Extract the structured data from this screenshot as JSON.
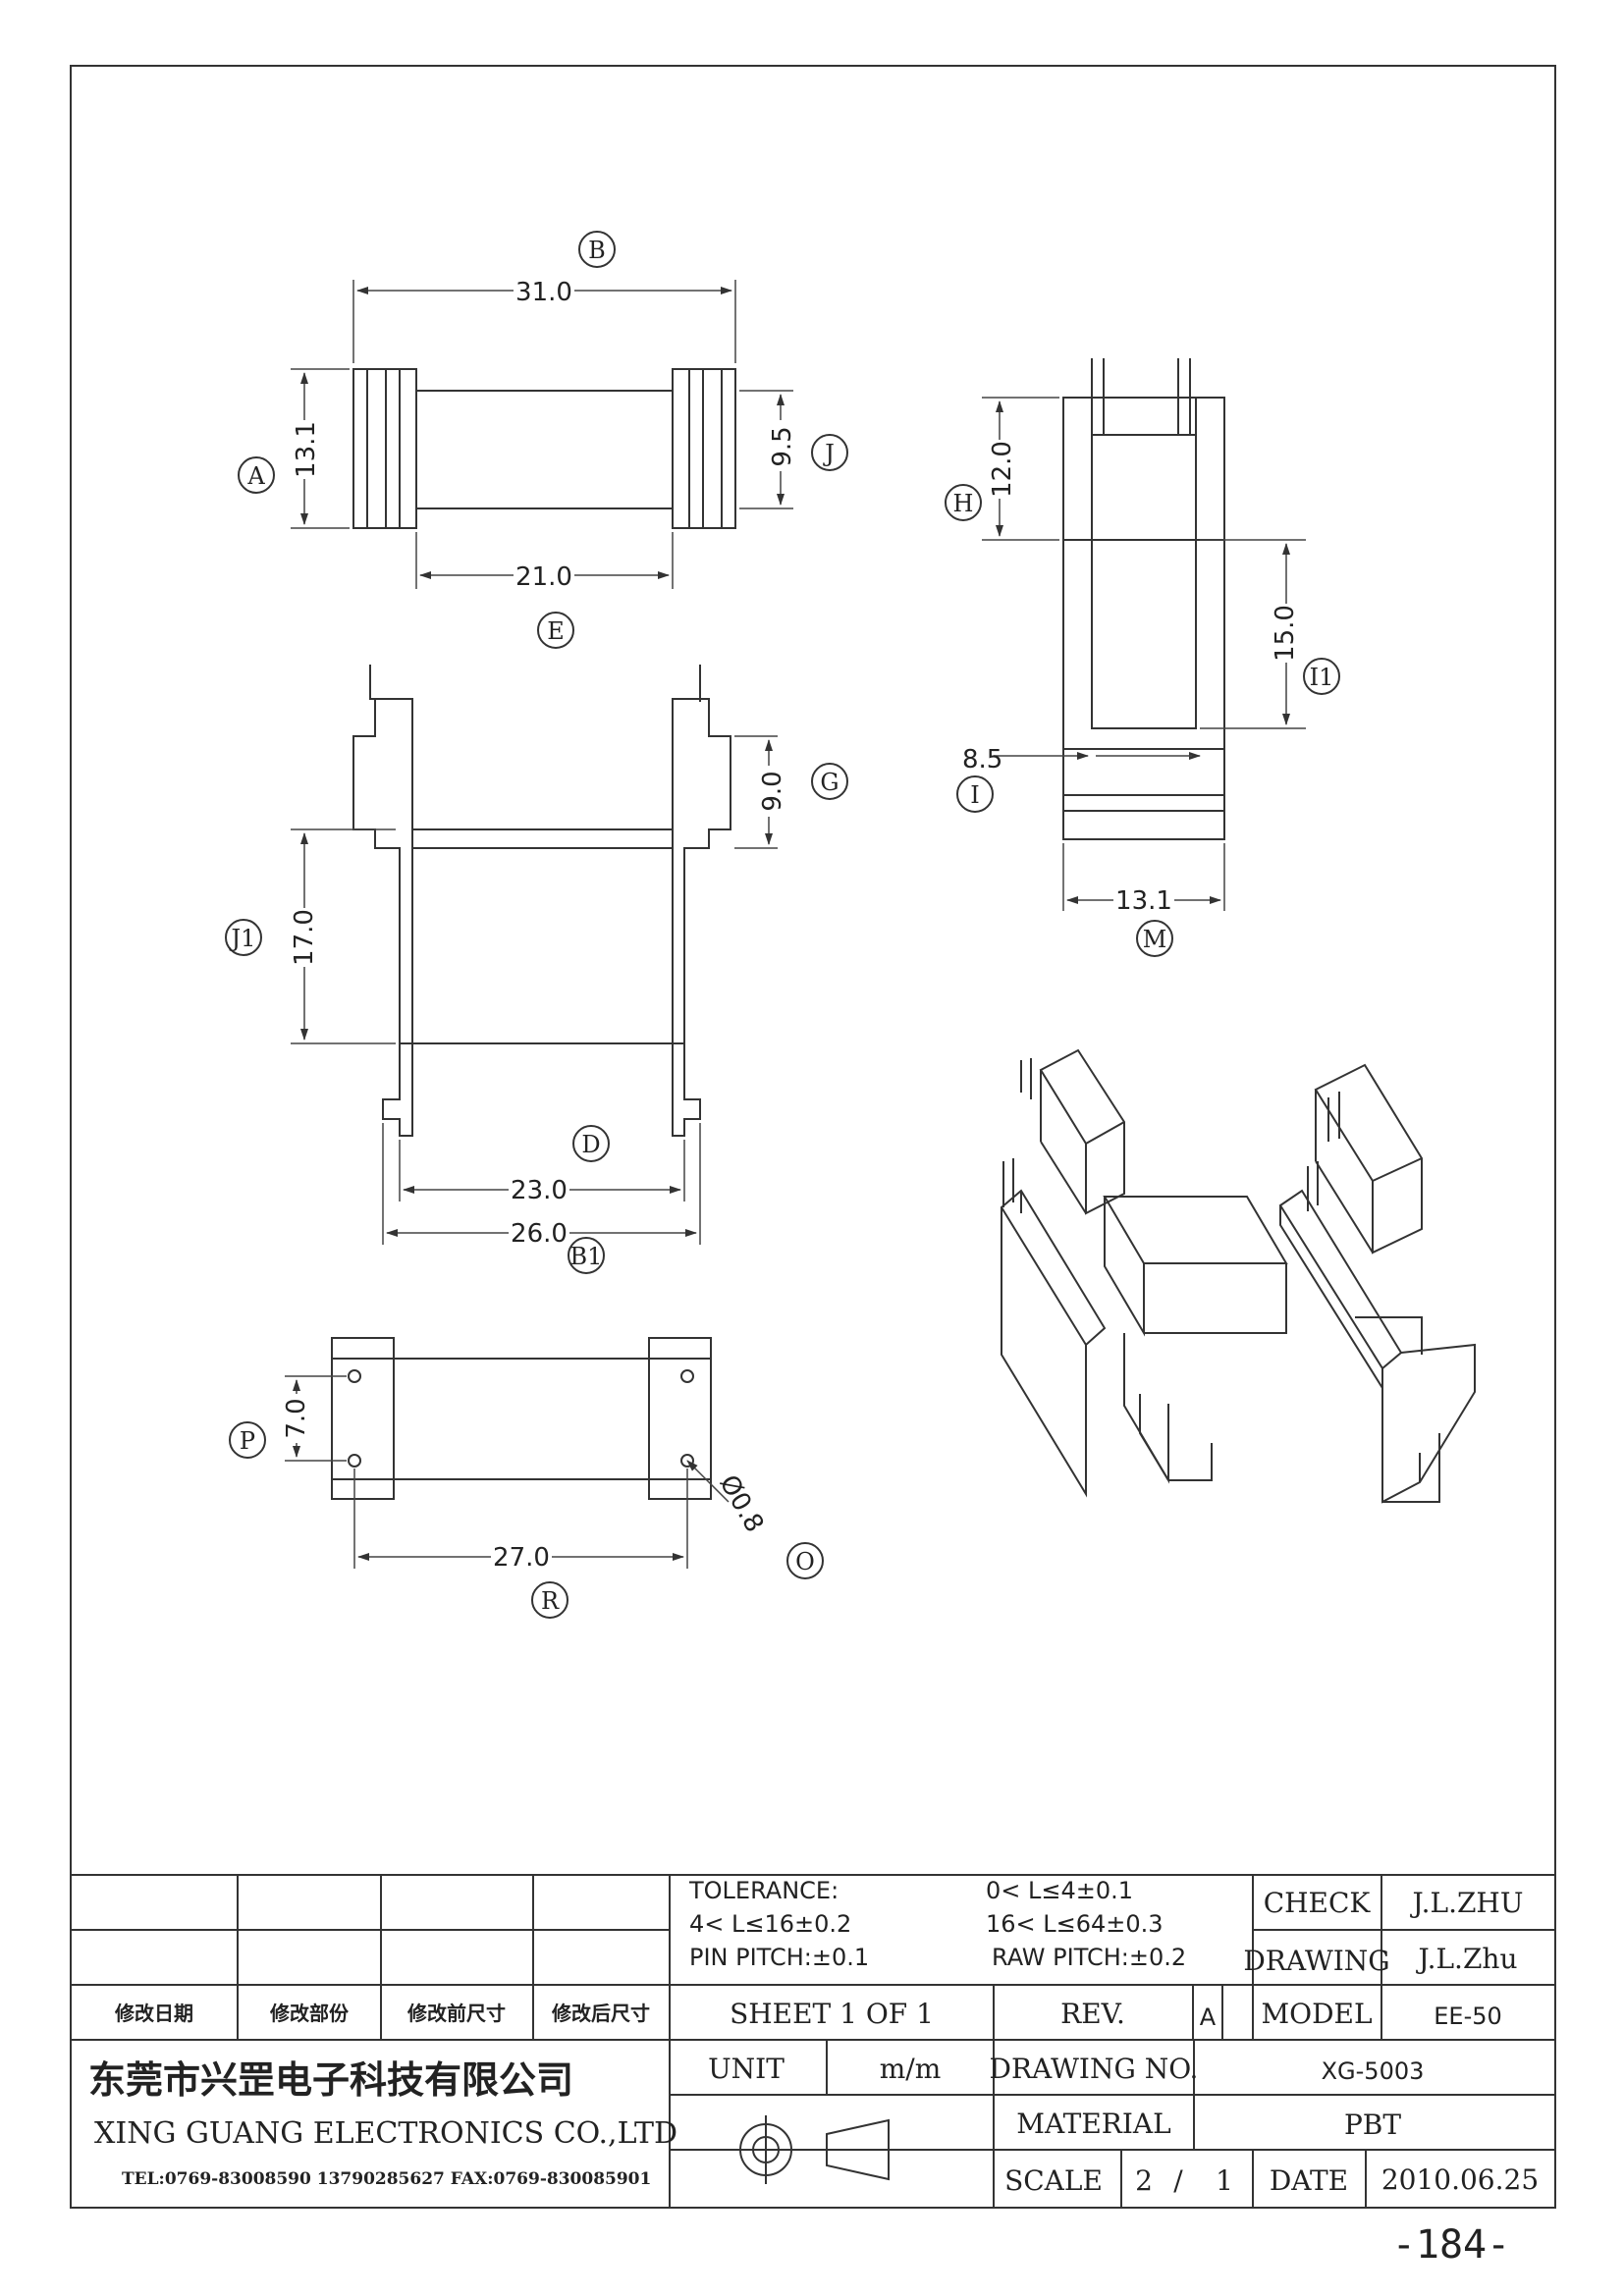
{
  "dimensions": {
    "b": "31.0",
    "a": "13.1",
    "j": "9.5",
    "e": "21.0",
    "h": "12.0",
    "i1": "15.0",
    "i": "8.5",
    "m": "13.1",
    "g": "9.0",
    "j1": "17.0",
    "d": "23.0",
    "b1": "26.0",
    "p": "7.0",
    "o": "Ø0.8",
    "r": "27.0"
  },
  "labels": {
    "b": "B",
    "a": "A",
    "j": "J",
    "e": "E",
    "h": "H",
    "i1": "I1",
    "i": "I",
    "m": "M",
    "g": "G",
    "j1": "J1",
    "d": "D",
    "b1": "B1",
    "p": "P",
    "o": "O",
    "r": "R"
  },
  "title_block": {
    "tolerance_label": "TOLERANCE:",
    "tol_1": "0< L≤4±0.1",
    "tol_2": "4< L≤16±0.2",
    "tol_3": "16< L≤64±0.3",
    "pin_pitch": "PIN PITCH:±0.1",
    "raw_pitch": "RAW PITCH:±0.2",
    "check_label": "CHECK",
    "check_value": "J.L.ZHU",
    "drawing_label": "DRAWING",
    "drawing_value": "J.L.Zhu",
    "rev_headers": [
      "修改日期",
      "修改部份",
      "修改前尺寸",
      "修改后尺寸"
    ],
    "sheet": "SHEET 1 OF 1",
    "rev_label": "REV.",
    "rev_value": "A",
    "model_label": "MODEL",
    "model_value": "EE-50",
    "unit_label": "UNIT",
    "unit_value": "m/m",
    "drawing_no_label": "DRAWING NO.",
    "drawing_no_value": "XG-5003",
    "material_label": "MATERIAL",
    "material_value": "PBT",
    "scale_label": "SCALE",
    "scale_num": "2",
    "scale_sep": "/",
    "scale_den": "1",
    "date_label": "DATE",
    "date_value": "2010.06.25"
  },
  "company": {
    "name_cn": "东莞市兴罡电子科技有限公司",
    "name_en": "XING GUANG  ELECTRONICS CO.,LTD",
    "contact": "TEL:0769-83008590 13790285627 FAX:0769-830085901"
  },
  "page_number": "-184-"
}
